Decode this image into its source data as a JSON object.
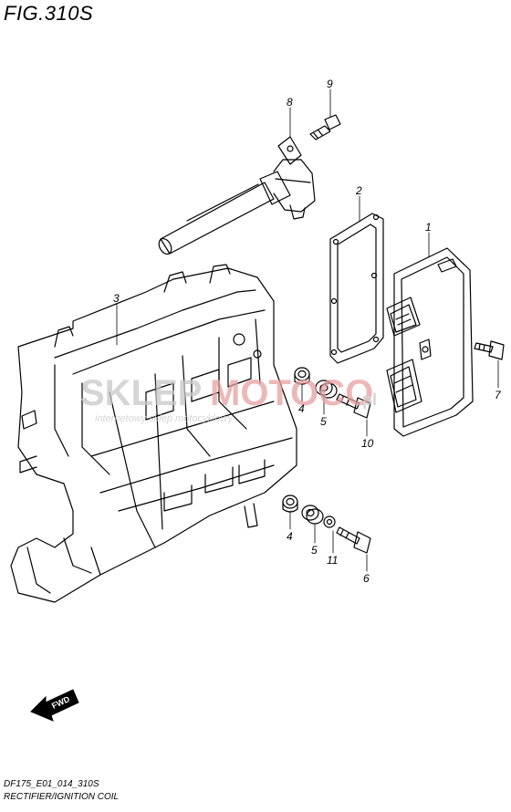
{
  "figure": {
    "title": "FIG.310S"
  },
  "callouts": [
    "1",
    "2",
    "3",
    "4",
    "5",
    "6",
    "7",
    "8",
    "9",
    "10",
    "11",
    "4",
    "5"
  ],
  "parts": [
    {
      "no": "1",
      "name": "rectifier"
    },
    {
      "no": "2",
      "name": "gasket"
    },
    {
      "no": "3",
      "name": "bracket"
    },
    {
      "no": "4",
      "name": "grommet"
    },
    {
      "no": "5",
      "name": "collar"
    },
    {
      "no": "6",
      "name": "bolt"
    },
    {
      "no": "7",
      "name": "bolt"
    },
    {
      "no": "8",
      "name": "ignition coil"
    },
    {
      "no": "9",
      "name": "bolt"
    },
    {
      "no": "10",
      "name": "bolt"
    },
    {
      "no": "11",
      "name": "washer"
    }
  ],
  "fwd_label": "FWD",
  "watermark": {
    "brand_left": "SKLEP",
    "brand_right": "MOTOCO",
    "tld": ".pl",
    "tagline": "internetowy sklep motocyklowy"
  },
  "footer": {
    "code": "DF175_E01_014_310S",
    "caption": "RECTIFIER/IGNITION COIL"
  },
  "colors": {
    "line": "#000000",
    "watermark_gray": "#c8c8c8",
    "watermark_red": "#e8a0a0"
  }
}
